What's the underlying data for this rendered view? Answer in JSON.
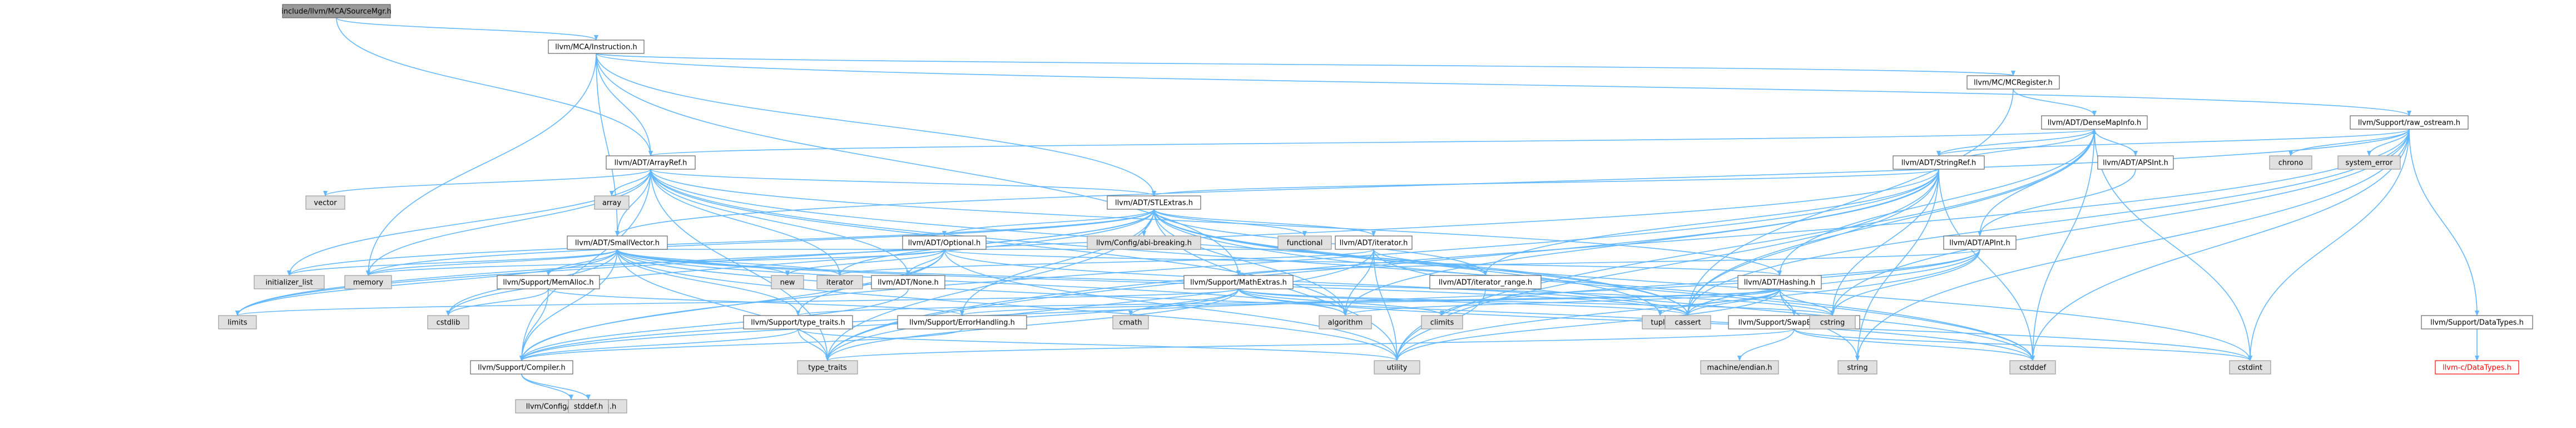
{
  "title": "",
  "colors": {
    "edge": "#63b8ff",
    "root_fill": "#999999",
    "header_fill": "#ffffff",
    "std_fill": "#e0e0e0",
    "missing_text": "#ff0000"
  },
  "nodes": [
    {
      "id": "root",
      "label": "include/llvm/MCA/SourceMgr.h",
      "kind": "root"
    },
    {
      "id": "mca_instruction",
      "label": "llvm/MCA/Instruction.h",
      "kind": "header"
    },
    {
      "id": "mc_mcregister",
      "label": "llvm/MC/MCRegister.h",
      "kind": "header"
    },
    {
      "id": "support_raw_ostream",
      "label": "llvm/Support/raw_ostream.h",
      "kind": "header"
    },
    {
      "id": "adt_densemapinfo",
      "label": "llvm/ADT/DenseMapInfo.h",
      "kind": "header"
    },
    {
      "id": "adt_arrayref",
      "label": "llvm/ADT/ArrayRef.h",
      "kind": "header"
    },
    {
      "id": "adt_stringref",
      "label": "llvm/ADT/StringRef.h",
      "kind": "header"
    },
    {
      "id": "adt_apsint",
      "label": "llvm/ADT/APSInt.h",
      "kind": "header"
    },
    {
      "id": "adt_stlextras",
      "label": "llvm/ADT/STLExtras.h",
      "kind": "header"
    },
    {
      "id": "adt_smallvector",
      "label": "llvm/ADT/SmallVector.h",
      "kind": "header"
    },
    {
      "id": "adt_optional",
      "label": "llvm/ADT/Optional.h",
      "kind": "header"
    },
    {
      "id": "adt_iterator",
      "label": "llvm/ADT/iterator.h",
      "kind": "header"
    },
    {
      "id": "adt_apint",
      "label": "llvm/ADT/APInt.h",
      "kind": "header"
    },
    {
      "id": "support_memalloc",
      "label": "llvm/Support/MemAlloc.h",
      "kind": "header"
    },
    {
      "id": "adt_none",
      "label": "llvm/ADT/None.h",
      "kind": "header"
    },
    {
      "id": "support_mathextras",
      "label": "llvm/Support/MathExtras.h",
      "kind": "header"
    },
    {
      "id": "adt_iterator_range",
      "label": "llvm/ADT/iterator_range.h",
      "kind": "header"
    },
    {
      "id": "adt_hashing",
      "label": "llvm/ADT/Hashing.h",
      "kind": "header"
    },
    {
      "id": "support_type_traits",
      "label": "llvm/Support/type_traits.h",
      "kind": "header"
    },
    {
      "id": "support_errorhandling",
      "label": "llvm/Support/ErrorHandling.h",
      "kind": "header"
    },
    {
      "id": "support_swapbyteorder",
      "label": "llvm/Support/SwapByteOrder.h",
      "kind": "header"
    },
    {
      "id": "support_datatypes",
      "label": "llvm/Support/DataTypes.h",
      "kind": "header"
    },
    {
      "id": "support_compiler",
      "label": "llvm/Support/Compiler.h",
      "kind": "header"
    },
    {
      "id": "config_llvm_config",
      "label": "llvm/Config/llvm-config.h",
      "kind": "std"
    },
    {
      "id": "config_abi_breaking",
      "label": "llvm/Config/abi-breaking.h",
      "kind": "std"
    },
    {
      "id": "llvm_c_datatypes",
      "label": "llvm-c/DataTypes.h",
      "kind": "missing"
    },
    {
      "id": "vector",
      "label": "vector",
      "kind": "std"
    },
    {
      "id": "array",
      "label": "array",
      "kind": "std"
    },
    {
      "id": "functional",
      "label": "functional",
      "kind": "std"
    },
    {
      "id": "chrono",
      "label": "chrono",
      "kind": "std"
    },
    {
      "id": "system_error",
      "label": "system_error",
      "kind": "std"
    },
    {
      "id": "initializer_list",
      "label": "initializer_list",
      "kind": "std"
    },
    {
      "id": "memory",
      "label": "memory",
      "kind": "std"
    },
    {
      "id": "new",
      "label": "new",
      "kind": "std"
    },
    {
      "id": "iterator",
      "label": "iterator",
      "kind": "std"
    },
    {
      "id": "limits",
      "label": "limits",
      "kind": "std"
    },
    {
      "id": "cstdlib",
      "label": "cstdlib",
      "kind": "std"
    },
    {
      "id": "cmath",
      "label": "cmath",
      "kind": "std"
    },
    {
      "id": "algorithm",
      "label": "algorithm",
      "kind": "std"
    },
    {
      "id": "climits",
      "label": "climits",
      "kind": "std"
    },
    {
      "id": "tuple",
      "label": "tuple",
      "kind": "std"
    },
    {
      "id": "cassert",
      "label": "cassert",
      "kind": "std"
    },
    {
      "id": "cstring",
      "label": "cstring",
      "kind": "std"
    },
    {
      "id": "type_traits",
      "label": "type_traits",
      "kind": "std"
    },
    {
      "id": "utility",
      "label": "utility",
      "kind": "std"
    },
    {
      "id": "machine_endian",
      "label": "machine/endian.h",
      "kind": "std"
    },
    {
      "id": "string",
      "label": "string",
      "kind": "std"
    },
    {
      "id": "cstddef",
      "label": "cstddef",
      "kind": "std"
    },
    {
      "id": "cstdint",
      "label": "cstdint",
      "kind": "std"
    },
    {
      "id": "stddef",
      "label": "stddef.h",
      "kind": "std"
    }
  ],
  "edges": [
    [
      "root",
      "mca_instruction"
    ],
    [
      "root",
      "adt_arrayref"
    ],
    [
      "mca_instruction",
      "adt_arrayref"
    ],
    [
      "mca_instruction",
      "adt_stlextras"
    ],
    [
      "mca_instruction",
      "adt_smallvector"
    ],
    [
      "mca_instruction",
      "mc_mcregister"
    ],
    [
      "mca_instruction",
      "support_mathextras"
    ],
    [
      "mca_instruction",
      "support_raw_ostream"
    ],
    [
      "mca_instruction",
      "memory"
    ],
    [
      "mc_mcregister",
      "adt_densemapinfo"
    ],
    [
      "mc_mcregister",
      "cassert"
    ],
    [
      "adt_densemapinfo",
      "adt_apint"
    ],
    [
      "adt_densemapinfo",
      "adt_apsint"
    ],
    [
      "adt_densemapinfo",
      "adt_arrayref"
    ],
    [
      "adt_densemapinfo",
      "adt_hashing"
    ],
    [
      "adt_densemapinfo",
      "adt_stringref"
    ],
    [
      "adt_densemapinfo",
      "cassert"
    ],
    [
      "adt_densemapinfo",
      "cstddef"
    ],
    [
      "adt_densemapinfo",
      "cstdint"
    ],
    [
      "adt_densemapinfo",
      "utility"
    ],
    [
      "support_raw_ostream",
      "adt_smallvector"
    ],
    [
      "support_raw_ostream",
      "adt_stringref"
    ],
    [
      "support_raw_ostream",
      "support_datatypes"
    ],
    [
      "support_raw_ostream",
      "cassert"
    ],
    [
      "support_raw_ostream",
      "chrono"
    ],
    [
      "support_raw_ostream",
      "cstddef"
    ],
    [
      "support_raw_ostream",
      "cstdint"
    ],
    [
      "support_raw_ostream",
      "cstring"
    ],
    [
      "support_raw_ostream",
      "string"
    ],
    [
      "support_raw_ostream",
      "system_error"
    ],
    [
      "support_raw_ostream",
      "type_traits"
    ],
    [
      "adt_arrayref",
      "adt_hashing"
    ],
    [
      "adt_arrayref",
      "adt_none"
    ],
    [
      "adt_arrayref",
      "adt_smallvector"
    ],
    [
      "adt_arrayref",
      "adt_stlextras"
    ],
    [
      "adt_arrayref",
      "support_compiler"
    ],
    [
      "adt_arrayref",
      "algorithm"
    ],
    [
      "adt_arrayref",
      "array"
    ],
    [
      "adt_arrayref",
      "cassert"
    ],
    [
      "adt_arrayref",
      "cstddef"
    ],
    [
      "adt_arrayref",
      "initializer_list"
    ],
    [
      "adt_arrayref",
      "iterator"
    ],
    [
      "adt_arrayref",
      "memory"
    ],
    [
      "adt_arrayref",
      "type_traits"
    ],
    [
      "adt_arrayref",
      "vector"
    ],
    [
      "adt_stringref",
      "adt_densemapinfo"
    ],
    [
      "adt_stringref",
      "adt_stlextras"
    ],
    [
      "adt_stringref",
      "adt_iterator_range"
    ],
    [
      "adt_stringref",
      "support_compiler"
    ],
    [
      "adt_stringref",
      "algorithm"
    ],
    [
      "adt_stringref",
      "cassert"
    ],
    [
      "adt_stringref",
      "cstddef"
    ],
    [
      "adt_stringref",
      "cstring"
    ],
    [
      "adt_stringref",
      "limits"
    ],
    [
      "adt_stringref",
      "string"
    ],
    [
      "adt_stringref",
      "type_traits"
    ],
    [
      "adt_stringref",
      "utility"
    ],
    [
      "adt_apsint",
      "adt_apint"
    ],
    [
      "adt_stlextras",
      "adt_optional"
    ],
    [
      "adt_stlextras",
      "adt_stlforward"
    ],
    [
      "adt_stlextras",
      "adt_iterator"
    ],
    [
      "adt_stlextras",
      "adt_iterator_range"
    ],
    [
      "adt_stlextras",
      "config_abi_breaking"
    ],
    [
      "adt_stlextras",
      "support_errorhandling"
    ],
    [
      "adt_stlextras",
      "algorithm"
    ],
    [
      "adt_stlextras",
      "cassert"
    ],
    [
      "adt_stlextras",
      "cstddef"
    ],
    [
      "adt_stlextras",
      "cstdint"
    ],
    [
      "adt_stlextras",
      "cstdlib"
    ],
    [
      "adt_stlextras",
      "functional"
    ],
    [
      "adt_stlextras",
      "initializer_list"
    ],
    [
      "adt_stlextras",
      "iterator"
    ],
    [
      "adt_stlextras",
      "limits"
    ],
    [
      "adt_stlextras",
      "memory"
    ],
    [
      "adt_stlextras",
      "tuple"
    ],
    [
      "adt_stlextras",
      "type_traits"
    ],
    [
      "adt_stlextras",
      "utility"
    ],
    [
      "adt_smallvector",
      "support_compiler"
    ],
    [
      "adt_smallvector",
      "support_memalloc"
    ],
    [
      "adt_smallvector",
      "support_type_traits"
    ],
    [
      "adt_smallvector",
      "algorithm"
    ],
    [
      "adt_smallvector",
      "cassert"
    ],
    [
      "adt_smallvector",
      "cstddef"
    ],
    [
      "adt_smallvector",
      "cstdlib"
    ],
    [
      "adt_smallvector",
      "cstring"
    ],
    [
      "adt_smallvector",
      "functional"
    ],
    [
      "adt_smallvector",
      "initializer_list"
    ],
    [
      "adt_smallvector",
      "iterator"
    ],
    [
      "adt_smallvector",
      "limits"
    ],
    [
      "adt_smallvector",
      "memory"
    ],
    [
      "adt_smallvector",
      "new"
    ],
    [
      "adt_smallvector",
      "type_traits"
    ],
    [
      "adt_smallvector",
      "utility"
    ],
    [
      "adt_optional",
      "adt_hashing"
    ],
    [
      "adt_optional",
      "adt_none"
    ],
    [
      "adt_optional",
      "support_compiler"
    ],
    [
      "adt_optional",
      "support_type_traits"
    ],
    [
      "adt_optional",
      "cassert"
    ],
    [
      "adt_optional",
      "memory"
    ],
    [
      "adt_optional",
      "new"
    ],
    [
      "adt_optional",
      "utility"
    ],
    [
      "adt_iterator",
      "adt_iterator_range"
    ],
    [
      "adt_iterator",
      "algorithm"
    ],
    [
      "adt_iterator",
      "cstddef"
    ],
    [
      "adt_iterator",
      "iterator"
    ],
    [
      "adt_iterator",
      "type_traits"
    ],
    [
      "adt_iterator",
      "utility"
    ],
    [
      "adt_apint",
      "support_compiler"
    ],
    [
      "adt_apint",
      "support_mathextras"
    ],
    [
      "adt_apint",
      "cassert"
    ],
    [
      "adt_apint",
      "climits"
    ],
    [
      "adt_apint",
      "cstring"
    ],
    [
      "adt_apint",
      "utility"
    ],
    [
      "support_memalloc",
      "support_compiler"
    ],
    [
      "support_memalloc",
      "support_errorhandling"
    ],
    [
      "support_memalloc",
      "cstdlib"
    ],
    [
      "adt_none",
      "support_compiler"
    ],
    [
      "support_mathextras",
      "support_compiler"
    ],
    [
      "support_mathextras",
      "algorithm"
    ],
    [
      "support_mathextras",
      "cassert"
    ],
    [
      "support_mathextras",
      "climits"
    ],
    [
      "support_mathextras",
      "cmath"
    ],
    [
      "support_mathextras",
      "cstdint"
    ],
    [
      "support_mathextras",
      "cstring"
    ],
    [
      "support_mathextras",
      "limits"
    ],
    [
      "support_mathextras",
      "type_traits"
    ],
    [
      "adt_iterator_range",
      "utility"
    ],
    [
      "adt_hashing",
      "support_errorhandling"
    ],
    [
      "adt_hashing",
      "support_swapbyteorder"
    ],
    [
      "adt_hashing",
      "support_type_traits"
    ],
    [
      "adt_hashing",
      "algorithm"
    ],
    [
      "adt_hashing",
      "cassert"
    ],
    [
      "adt_hashing",
      "cstring"
    ],
    [
      "adt_hashing",
      "string"
    ],
    [
      "adt_hashing",
      "tuple"
    ],
    [
      "adt_hashing",
      "utility"
    ],
    [
      "support_type_traits",
      "support_compiler"
    ],
    [
      "support_type_traits",
      "type_traits"
    ],
    [
      "support_type_traits",
      "utility"
    ],
    [
      "support_errorhandling",
      "support_compiler"
    ],
    [
      "support_swapbyteorder",
      "machine_endian"
    ],
    [
      "support_swapbyteorder",
      "cstddef"
    ],
    [
      "support_swapbyteorder",
      "cstdint"
    ],
    [
      "support_swapbyteorder",
      "type_traits"
    ],
    [
      "support_datatypes",
      "llvm_c_datatypes"
    ],
    [
      "support_compiler",
      "config_llvm_config"
    ],
    [
      "support_compiler",
      "stddef"
    ]
  ]
}
